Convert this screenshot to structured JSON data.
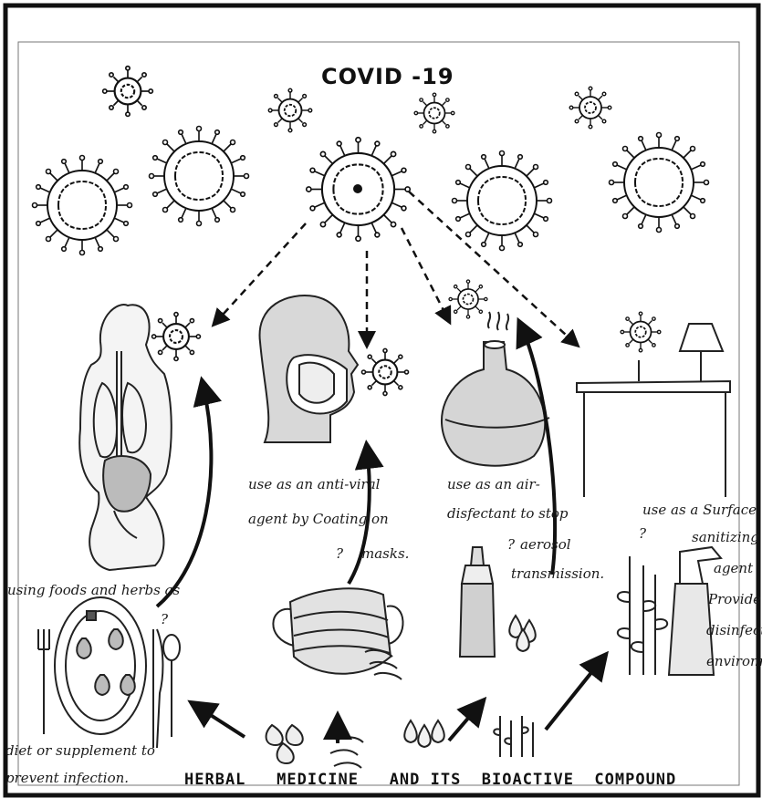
{
  "title": "COVID -19",
  "captions": {
    "mask_line1": "use as an anti-viral",
    "mask_line2": "agent by Coating on",
    "mask_line3": "masks.",
    "air_line1": "use as an air-",
    "air_line2": "disfectant to stop",
    "air_line3": "aerosol",
    "air_line4": "transmission.",
    "surface_line1": "use as a Surface",
    "surface_line2": "sanitizing",
    "surface_line3": "agent",
    "surface_line4": "Provide",
    "surface_line5": "disinfect",
    "surface_line6": "environm",
    "food_line1": "using foods and herbs as",
    "food_line2": "diet or supplement to",
    "food_line3": "prevent infection."
  },
  "question_marks": {
    "q1": "?",
    "q2": "?",
    "q3": "?",
    "q4": "?"
  },
  "bottom_label": "HERBAL   MEDICINE   AND ITS  BIOACTIVE  COMPOUND"
}
